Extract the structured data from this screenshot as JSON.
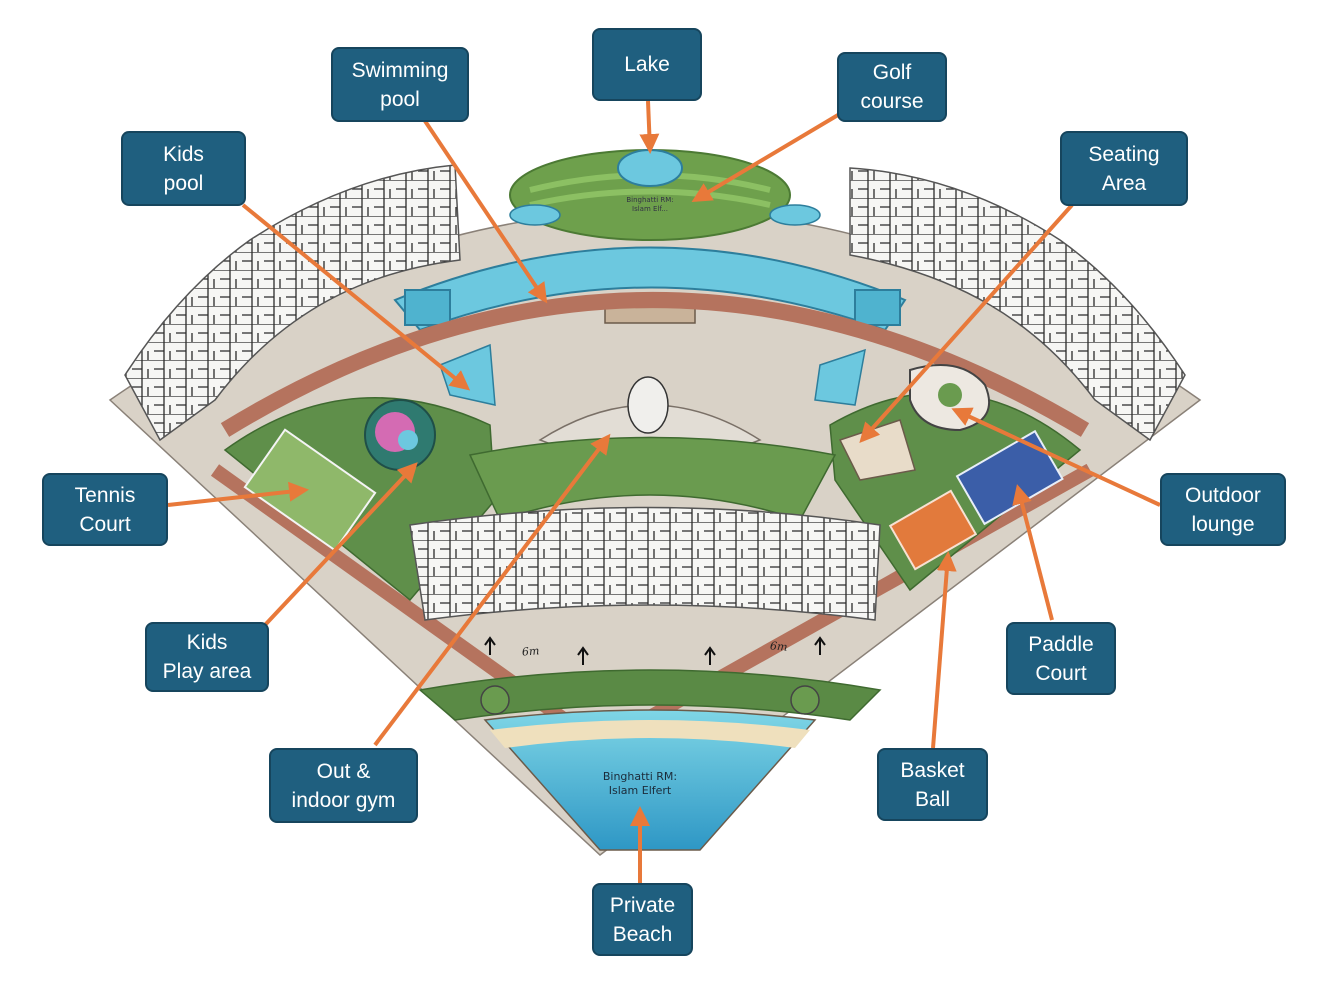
{
  "labels": {
    "lake": "Lake",
    "swimming_pool": "Swimming\npool",
    "golf_course": "Golf\ncourse",
    "kids_pool": "Kids\npool",
    "seating_area": "Seating\nArea",
    "tennis_court": "Tennis\nCourt",
    "outdoor_lounge": "Outdoor\nlounge",
    "kids_play_area": "Kids\nPlay area",
    "paddle_court": "Paddle\nCourt",
    "out_indoor_gym": "Out &\nindoor gym",
    "basket_ball": "Basket\nBall",
    "private_beach": "Private\nBeach"
  },
  "watermarks": {
    "beach": "Binghatti RM:\nIslam Elfert",
    "golf": "Binghatti RM:\nIslam Elf..."
  },
  "road_marks": {
    "left": "6m",
    "right": "6m"
  },
  "colors": {
    "callout_fill": "#1f5f7f",
    "arrow": "#e8793a",
    "water": "#6cc8df",
    "lawn": "#5f8f4a",
    "road": "#b5735e",
    "building": "#f4f4f2"
  }
}
